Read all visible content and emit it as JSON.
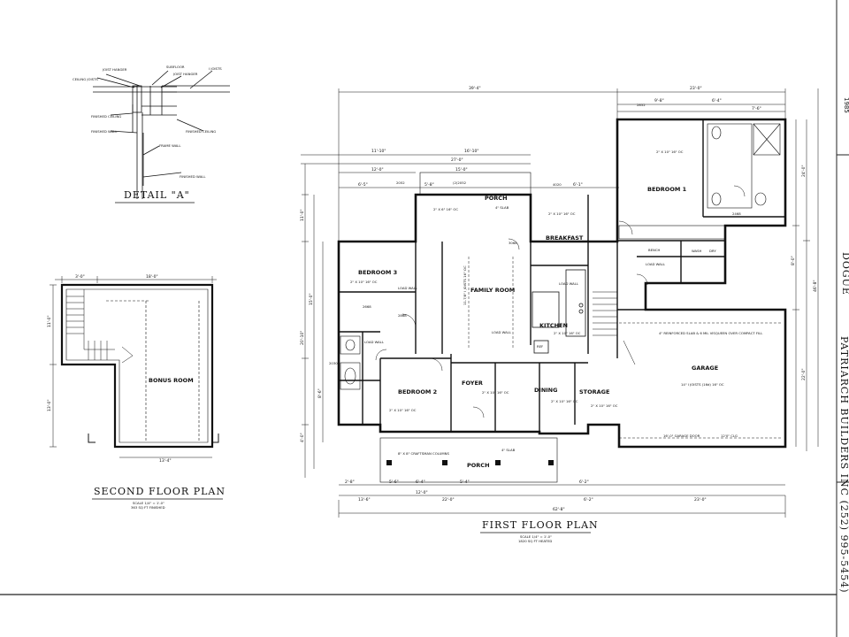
{
  "colors": {
    "ink": "#111111",
    "paper": "#ffffff",
    "rule": "#222222"
  },
  "detail": {
    "title": "DETAIL \"A\"",
    "labels": {
      "joist_hanger": "JOIST HANGER",
      "ceiling_joists": "CEILING JOISTS",
      "subfloor": "SUBFLOOR",
      "joist_hanger_2": "JOIST HANGER",
      "joists": "I JOISTS",
      "finished_ceiling_left": "FINISHED CEILING",
      "finished_ceiling_right": "FINISHED CEILING",
      "finished_wall_left": "FINISHED WALL",
      "frame_wall": "FRAME WALL",
      "finished_wall": "FINISHED WALL"
    }
  },
  "second_floor": {
    "title": "SECOND FLOOR PLAN",
    "scale": "SCALE 1/4\" = 1'-0\"",
    "area": "363 SQ FT FINISHED",
    "room": "BONUS ROOM",
    "dims": {
      "top_a": "3'-0\"",
      "top_b": "18'-0\"",
      "bottom": "13'-4\"",
      "left_a": "11'-0\"",
      "left_b": "13'-0\""
    }
  },
  "first_floor": {
    "title": "FIRST FLOOR PLAN",
    "scale": "SCALE 1/4\" = 1'-0\"",
    "area": "1820 SQ FT HEATED",
    "rooms": {
      "porch_rear": "PORCH",
      "porch_front": "PORCH",
      "breakfast": "BREAKFAST",
      "bedroom1": "BEDROOM 1",
      "bedroom2": "BEDROOM 2",
      "bedroom3": "BEDROOM 3",
      "family": "FAMILY ROOM",
      "kitchen": "KITCHEN",
      "foyer": "FOYER",
      "dining": "DINING",
      "storage": "STORAGE",
      "garage": "GARAGE",
      "bench": "BENCH",
      "wash": "WASH",
      "dry": "DRY"
    },
    "notes": {
      "load_wall_1": "LOAD WALL",
      "load_wall_2": "LOAD WALL",
      "load_wall_3": "LOAD WALL",
      "load_wall_4": "LOAD WALL",
      "load_wall_5": "LOAD WALL",
      "garage_slab": "4\" REINFORCED SLAB & 6 MIL VISQUEEN OVER COMPACT FILL",
      "garage_joists": "14\" I JOISTS (16d) 16\" OC",
      "garage_door": "16'-0\" GARAGE DOOR",
      "garage_ceiling": "12'0\" CLG",
      "column": "8\" X 8\" CRAFTSMAN COLUMNS",
      "slab_front": "4\" SLAB",
      "slab_rear": "4\" SLAB",
      "family_joists": "11-7/8\" I JOISTS 16\" OC",
      "ref": "REF",
      "kitchen_joists": "2\" X 10\" 16\" OC",
      "bed1_joists": "2\" X 10\" 16\" OC",
      "bed2_joists": "2\" X 10\" 16\" OC",
      "bed3_joists": "2\" X 10\" 16\" OC",
      "foyer_joists": "2\" X 10\" 16\" OC",
      "dining_joists": "2\" X 10\" 16\" OC",
      "storage_joists": "2\" X 10\" 16\" OC",
      "breakfast_joists": "2\" X 10\" 16\" OC",
      "porch_joists": "2\" X 6\" 16\" OC",
      "door_3068": "3068",
      "door_2868": "2868",
      "door_2468": "2468",
      "door_2668": "2668",
      "win_2052": "2052",
      "win_2852": "2852",
      "win_2030": "2030",
      "win_4020": "4020",
      "win_6052": "(2)2052"
    },
    "dims": {
      "overall_top": "39'-4\"",
      "overall_right_top": "23'-0\"",
      "overall_bottom": "62'-8\"",
      "top_a": "11'-10\"",
      "top_b": "16'-10\"",
      "top_c": "27'-0\"",
      "top_d": "12'-0\"",
      "top_e": "15'-0\"",
      "top_f": "6'-5\"",
      "top_g": "5'-8\"",
      "top_h": "6'-1\"",
      "top_i": "9'-8\"",
      "top_j": "6'-4\"",
      "top_k": "7'-6\"",
      "bot_a": "2'-8\"",
      "bot_b": "5'-6\"",
      "bot_c": "6'-4\"",
      "bot_d": "5'-4\"",
      "bot_e": "6'-2\"",
      "bot_f": "12'-0\"",
      "bot_g": "23'-0\"",
      "bot_h": "6'-2\"",
      "bot_i": "22'-0\"",
      "bot_j": "13'-6\"",
      "left_a": "11'-0\"",
      "left_b": "15'-0\"",
      "left_c": "20'-10\"",
      "left_d": "8'-6\"",
      "left_e": "4'-0\"",
      "right_a": "24'-0\"",
      "right_b": "8'-0\"",
      "right_c": "22'-0\"",
      "right_d": "46'-8\""
    }
  },
  "title_block": {
    "year": "1985",
    "plan_name": "DOGUE",
    "builder": "PATRIARCH BUILDERS INC (252) 995-5454)"
  }
}
